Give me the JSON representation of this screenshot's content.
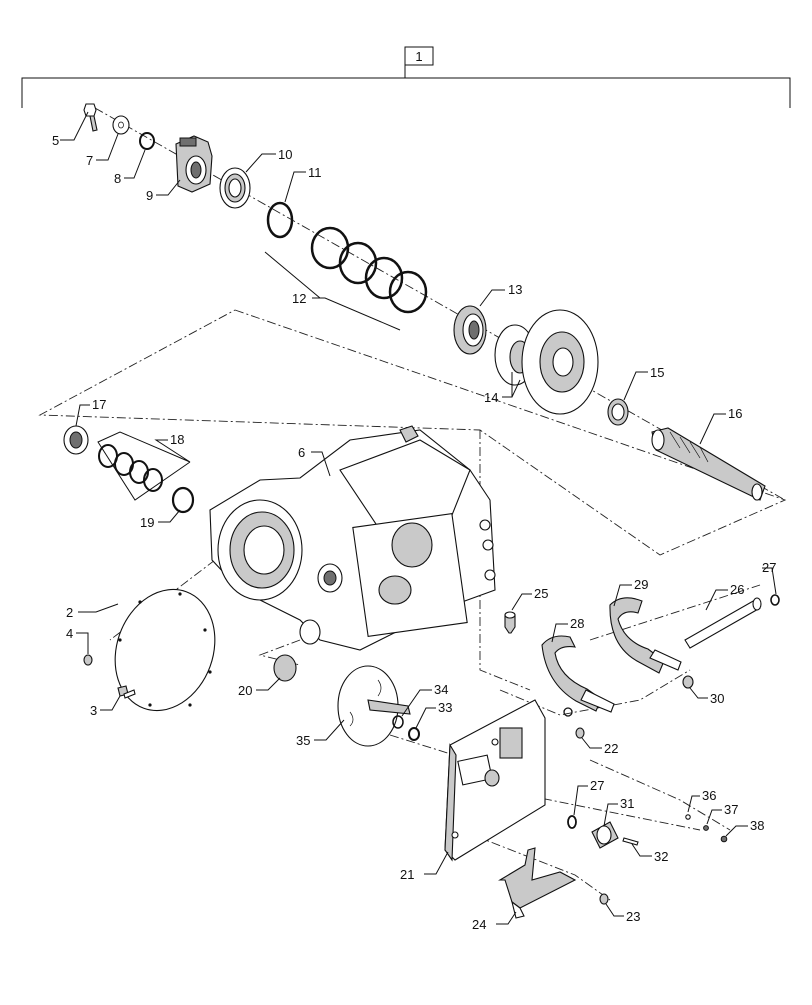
{
  "assembly_label": "1",
  "callouts": [
    {
      "id": "c2",
      "text": "2"
    },
    {
      "id": "c3",
      "text": "3"
    },
    {
      "id": "c4",
      "text": "4"
    },
    {
      "id": "c5",
      "text": "5"
    },
    {
      "id": "c6",
      "text": "6"
    },
    {
      "id": "c7",
      "text": "7"
    },
    {
      "id": "c8",
      "text": "8"
    },
    {
      "id": "c9",
      "text": "9"
    },
    {
      "id": "c10",
      "text": "10"
    },
    {
      "id": "c11",
      "text": "11"
    },
    {
      "id": "c12",
      "text": "12"
    },
    {
      "id": "c13",
      "text": "13"
    },
    {
      "id": "c14",
      "text": "14"
    },
    {
      "id": "c15",
      "text": "15"
    },
    {
      "id": "c16",
      "text": "16"
    },
    {
      "id": "c17",
      "text": "17"
    },
    {
      "id": "c18",
      "text": "18"
    },
    {
      "id": "c19",
      "text": "19"
    },
    {
      "id": "c20",
      "text": "20"
    },
    {
      "id": "c21",
      "text": "21"
    },
    {
      "id": "c22",
      "text": "22"
    },
    {
      "id": "c23",
      "text": "23"
    },
    {
      "id": "c24",
      "text": "24"
    },
    {
      "id": "c25",
      "text": "25"
    },
    {
      "id": "c26",
      "text": "26"
    },
    {
      "id": "c27a",
      "text": "27"
    },
    {
      "id": "c27b",
      "text": "27"
    },
    {
      "id": "c28",
      "text": "28"
    },
    {
      "id": "c29",
      "text": "29"
    },
    {
      "id": "c30",
      "text": "30"
    },
    {
      "id": "c31",
      "text": "31"
    },
    {
      "id": "c32",
      "text": "32"
    },
    {
      "id": "c33",
      "text": "33"
    },
    {
      "id": "c34",
      "text": "34"
    },
    {
      "id": "c35",
      "text": "35"
    },
    {
      "id": "c36",
      "text": "36"
    },
    {
      "id": "c37",
      "text": "37"
    },
    {
      "id": "c38",
      "text": "38"
    }
  ]
}
